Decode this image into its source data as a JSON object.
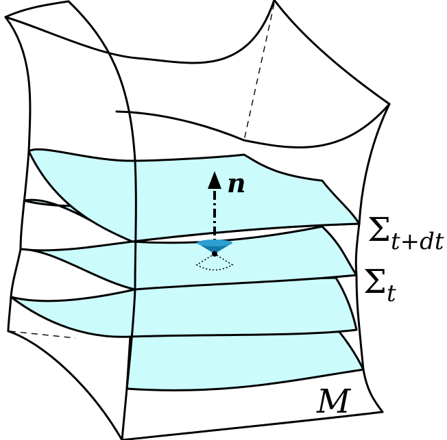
{
  "colors": {
    "slice_fill": "#ccfbfc",
    "ink": "#000000",
    "cone_top": "#2d9fd0",
    "cone_body": "#147ba8"
  },
  "labels": {
    "normal": "n",
    "slice_upper_symbol": "Σ",
    "slice_upper_subscript": "t+dt",
    "slice_lower_symbol": "Σ",
    "slice_lower_subscript": "t",
    "manifold": "M"
  }
}
